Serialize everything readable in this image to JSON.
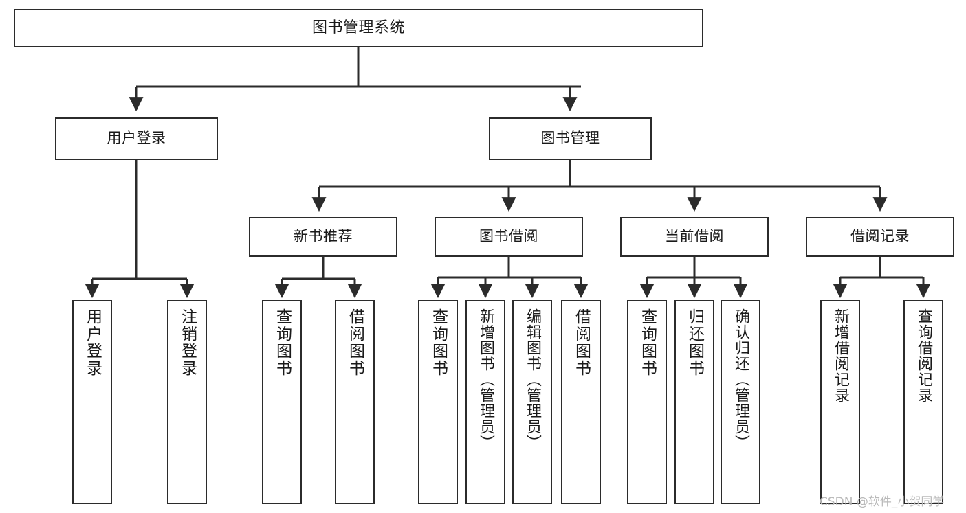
{
  "diagram": {
    "title": "图书管理系统",
    "type": "tree",
    "watermark": "CSDN @软件_小贺同学",
    "colors": {
      "border": "#2b2b2b",
      "background": "#ffffff",
      "text": "#1a1a1a",
      "watermark": "#b9b9b9"
    },
    "root": {
      "label": "图书管理系统"
    },
    "level2": [
      {
        "label": "用户登录"
      },
      {
        "label": "图书管理"
      }
    ],
    "level3": [
      {
        "label": "新书推荐"
      },
      {
        "label": "图书借阅"
      },
      {
        "label": "当前借阅"
      },
      {
        "label": "借阅记录"
      }
    ],
    "leaves": {
      "user_login": [
        {
          "label": "用户登录"
        },
        {
          "label": "注销登录"
        }
      ],
      "new_book_recommend": [
        {
          "label": "查询图书"
        },
        {
          "label": "借阅图书"
        }
      ],
      "book_borrow": [
        {
          "label": "查询图书"
        },
        {
          "label": "新增图书（管理员）"
        },
        {
          "label": "编辑图书（管理员）"
        },
        {
          "label": "借阅图书"
        }
      ],
      "current_borrow": [
        {
          "label": "查询图书"
        },
        {
          "label": "归还图书"
        },
        {
          "label": "确认归还（管理员）"
        }
      ],
      "borrow_record": [
        {
          "label": "新增借阅记录"
        },
        {
          "label": "查询借阅记录"
        }
      ]
    }
  }
}
